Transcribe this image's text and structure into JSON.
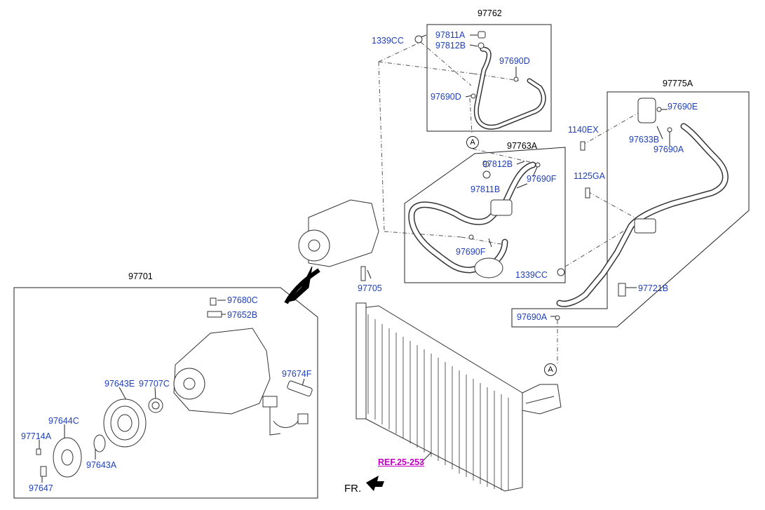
{
  "labels": {
    "grp_97762": "97762",
    "p_1339CC_top": "1339CC",
    "p_97811A_top": "97811A",
    "p_97812B_top": "97812B",
    "p_97690D_a": "97690D",
    "p_97690D_b": "97690D",
    "tag_A_top": "A",
    "grp_97775A": "97775A",
    "p_97690E": "97690E",
    "p_97633B": "97633B",
    "p_97690A_top": "97690A",
    "p_1140EX": "1140EX",
    "p_1125GA": "1125GA",
    "grp_97763A": "97763A",
    "p_97812B_mid": "97812B",
    "p_97811B": "97811B",
    "p_97690F_a": "97690F",
    "p_97690F_b": "97690F",
    "p_1339CC_mid": "1339CC",
    "p_97721B": "97721B",
    "p_97690A_bot": "97690A",
    "tag_A_bot": "A",
    "p_97705": "97705",
    "grp_97701": "97701",
    "p_97680C": "97680C",
    "p_97652B": "97652B",
    "p_97674F": "97674F",
    "p_97643E": "97643E",
    "p_97707C": "97707C",
    "p_97644C": "97644C",
    "p_97714A": "97714A",
    "p_97643A": "97643A",
    "p_97647": "97647",
    "ref": "REF.25-253",
    "fr": "FR."
  }
}
